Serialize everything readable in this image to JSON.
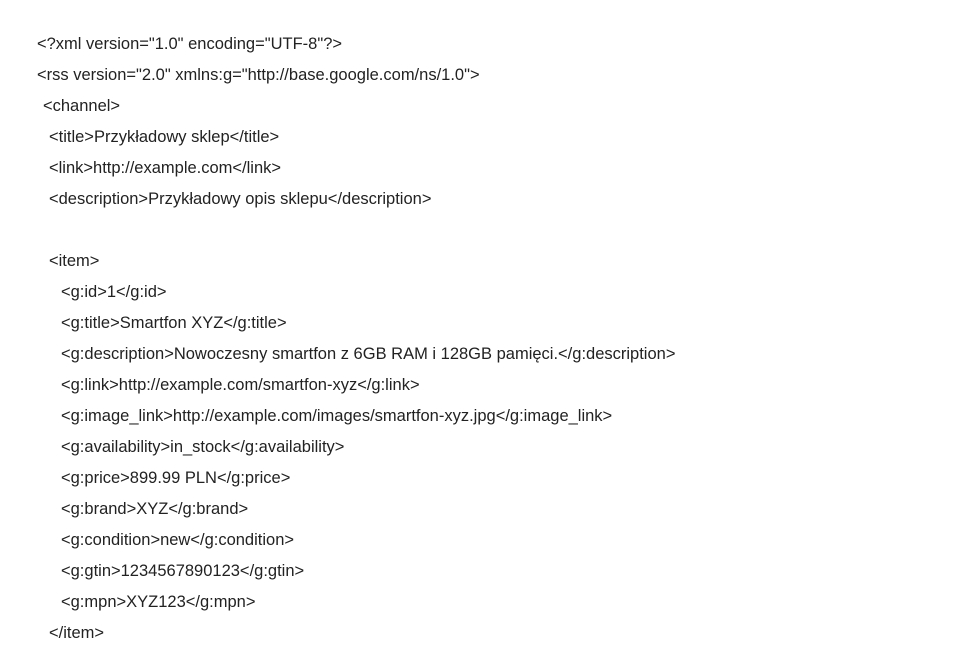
{
  "document": {
    "lines": [
      {
        "indent": 0,
        "text": "<?xml version=\"1.0\" encoding=\"UTF-8\"?>"
      },
      {
        "indent": 0,
        "text": "<rss version=\"2.0\" xmlns:g=\"http://base.google.com/ns/1.0\">"
      },
      {
        "indent": 1,
        "text": "<channel>"
      },
      {
        "indent": 2,
        "text": "<title>Przykładowy sklep</title>"
      },
      {
        "indent": 2,
        "text": "<link>http://example.com</link>"
      },
      {
        "indent": 2,
        "text": "<description>Przykładowy opis sklepu</description>"
      },
      {
        "indent": 0,
        "text": ""
      },
      {
        "indent": 2,
        "text": "<item>"
      },
      {
        "indent": 3,
        "text": "<g:id>1</g:id>"
      },
      {
        "indent": 3,
        "text": "<g:title>Smartfon XYZ</g:title>"
      },
      {
        "indent": 3,
        "text": "<g:description>Nowoczesny smartfon z 6GB RAM i 128GB pamięci.</g:description>"
      },
      {
        "indent": 3,
        "text": "<g:link>http://example.com/smartfon-xyz</g:link>"
      },
      {
        "indent": 3,
        "text": "<g:image_link>http://example.com/images/smartfon-xyz.jpg</g:image_link>"
      },
      {
        "indent": 3,
        "text": "<g:availability>in_stock</g:availability>"
      },
      {
        "indent": 3,
        "text": "<g:price>899.99 PLN</g:price>"
      },
      {
        "indent": 3,
        "text": "<g:brand>XYZ</g:brand>"
      },
      {
        "indent": 3,
        "text": "<g:condition>new</g:condition>"
      },
      {
        "indent": 3,
        "text": "<g:gtin>1234567890123</g:gtin>"
      },
      {
        "indent": 3,
        "text": "<g:mpn>XYZ123</g:mpn>"
      },
      {
        "indent": 2,
        "text": "</item>"
      }
    ]
  }
}
